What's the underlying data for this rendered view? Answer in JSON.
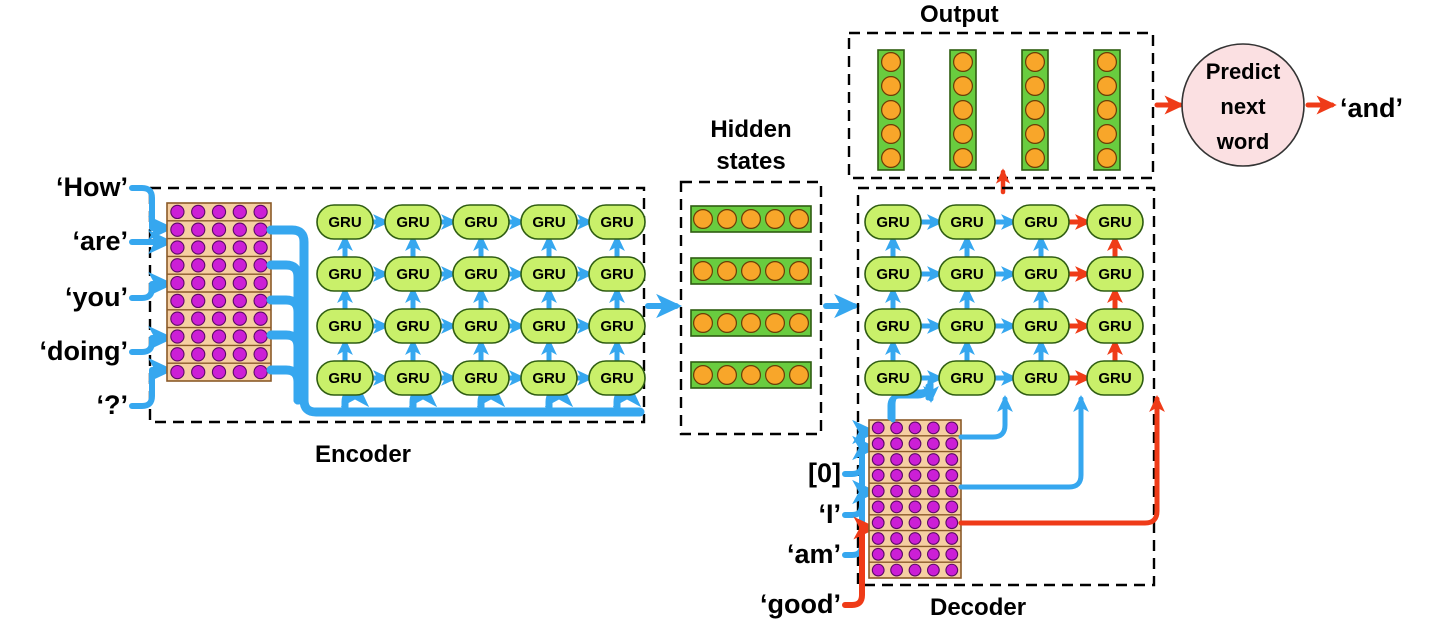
{
  "diagram": {
    "title": "Seq2Seq encoder-decoder GRU architecture",
    "colors": {
      "blue_flow": "#36a7ef",
      "red_flow": "#ef3b18",
      "gru_fill": "#c9f06a",
      "gru_stroke": "#2f5d12",
      "embedding_fill": "#f6cfa2",
      "embedding_dot": "#cc1fd6",
      "hidden_bar_fill": "#69cc3f",
      "hidden_dot": "#f8a62a",
      "predict_fill": "#fbe0e2",
      "box_stroke": "#000000"
    }
  },
  "encoder": {
    "label": "Encoder",
    "input_words": [
      "‘How’",
      "‘are’",
      "‘you’",
      "‘doing’",
      "‘?’"
    ],
    "embedding": {
      "cols": 5,
      "rows": 10
    },
    "gru_grid": {
      "rows": 4,
      "cols": 5,
      "cell_label": "GRU"
    }
  },
  "hidden_states": {
    "label_line1": "Hidden",
    "label_line2": "states",
    "bars": 4,
    "units_per_bar": 5
  },
  "decoder": {
    "label": "Decoder",
    "input_tokens": [
      "[0]",
      "‘I’",
      "‘am’",
      "‘good’"
    ],
    "embedding": {
      "cols": 5,
      "rows": 10
    },
    "gru_grid": {
      "rows": 4,
      "cols": 4,
      "cell_label": "GRU"
    }
  },
  "output": {
    "label": "Output",
    "bars": 4,
    "units_per_bar": 5
  },
  "predict": {
    "line1": "Predict",
    "line2": "next",
    "line3": "word",
    "result_word": "‘and’"
  }
}
